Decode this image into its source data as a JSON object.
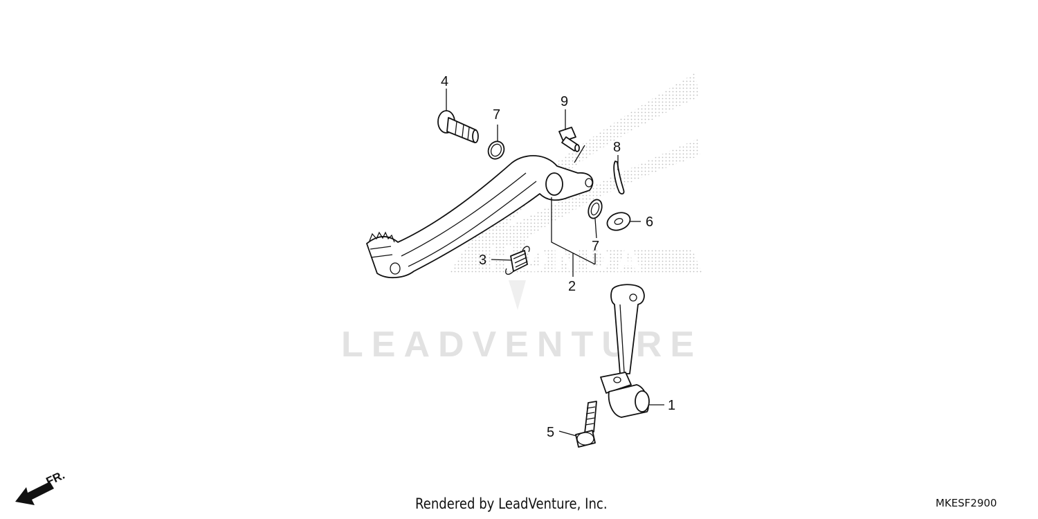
{
  "diagram": {
    "callouts": [
      {
        "id": "callout-1",
        "text": "1"
      },
      {
        "id": "callout-2",
        "text": "2"
      },
      {
        "id": "callout-3",
        "text": "3"
      },
      {
        "id": "callout-4",
        "text": "4"
      },
      {
        "id": "callout-5",
        "text": "5"
      },
      {
        "id": "callout-6",
        "text": "6"
      },
      {
        "id": "callout-7a",
        "text": "7"
      },
      {
        "id": "callout-7b",
        "text": "7"
      },
      {
        "id": "callout-8",
        "text": "8"
      },
      {
        "id": "callout-9",
        "text": "9"
      }
    ],
    "front_indicator": "FR.",
    "watermark": {
      "text": "LEADVENTURE",
      "logo": "HONDA"
    }
  },
  "footer": {
    "credit": "Rendered by LeadVenture, Inc.",
    "diagram_code": "MKESF2900"
  },
  "colors": {
    "line": "#111111",
    "watermark": "#e2e2e2",
    "dots": "#bfbfbf"
  }
}
